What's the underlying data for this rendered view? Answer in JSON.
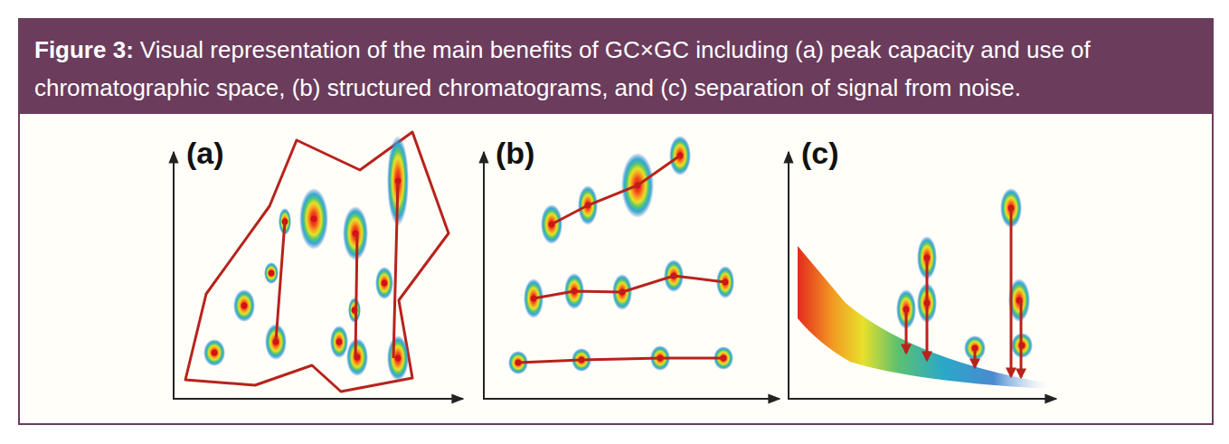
{
  "diagram": {
    "title": "Figure 3:",
    "caption": "Visual representation of the main benefits of GC×GC including (a) peak capacity and use of chromatographic space, (b) structured chromatograms, and (c) separation of signal from noise.",
    "labels": [
      "(a)",
      "(b)",
      "(c)"
    ]
  }
}
